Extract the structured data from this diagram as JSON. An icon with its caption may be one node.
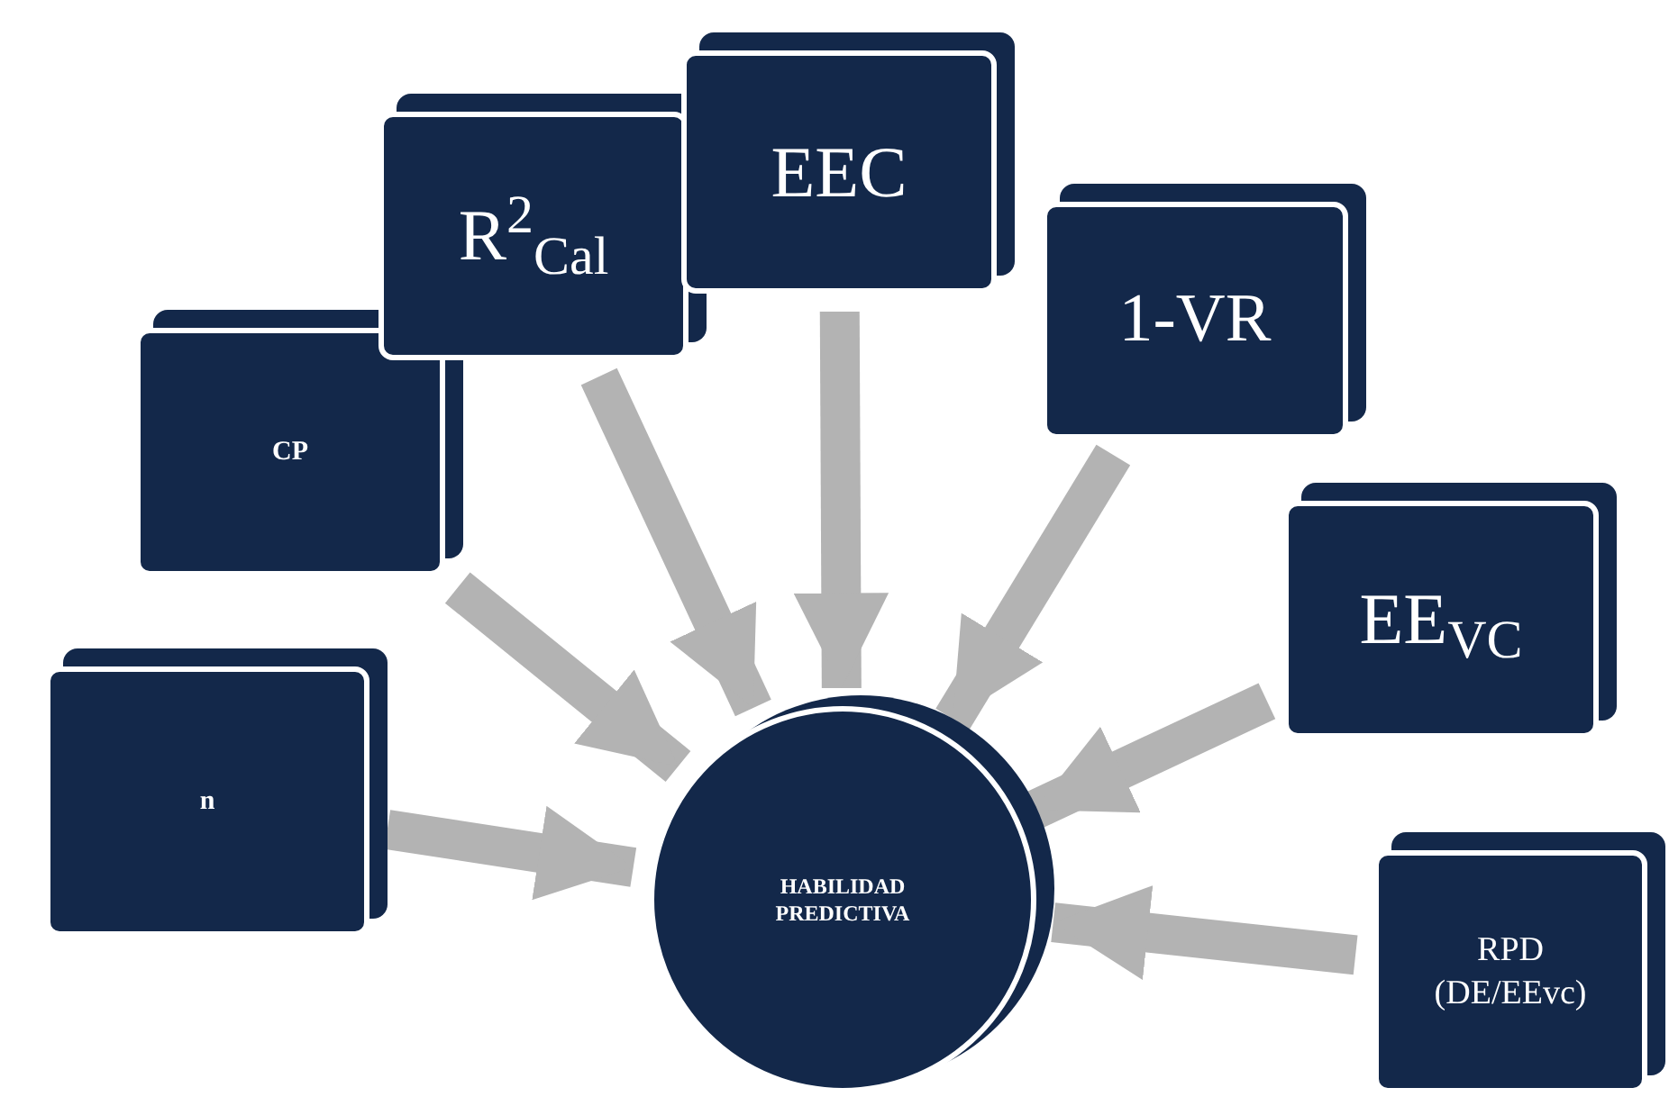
{
  "diagram": {
    "nodes": [
      {
        "text": [
          "n"
        ]
      },
      {
        "text": [
          "CP"
        ]
      },
      {
        "text": [
          "R$^{2}$$_{Cal}$"
        ]
      },
      {
        "text": [
          "EEC"
        ]
      },
      {
        "text": [
          "1-VR"
        ]
      },
      {
        "text": [
          "EE$_{VC}$"
        ]
      },
      {
        "text": [
          "RPD (DE/EEvc)"
        ]
      },
      {
        "text": [
          "HABILIDAD PREDICTIVA"
        ]
      }
    ],
    "edges": [
      {
        "from": 0,
        "to": 7,
        "arrow": "to"
      },
      {
        "from": 1,
        "to": 7,
        "arrow": "to"
      },
      {
        "from": 2,
        "to": 7,
        "arrow": "to"
      },
      {
        "from": 3,
        "to": 7,
        "arrow": "to"
      },
      {
        "from": 4,
        "to": 7,
        "arrow": "to"
      },
      {
        "from": 5,
        "to": 7,
        "arrow": "to"
      },
      {
        "from": 6,
        "to": 7,
        "arrow": "to"
      }
    ]
  }
}
